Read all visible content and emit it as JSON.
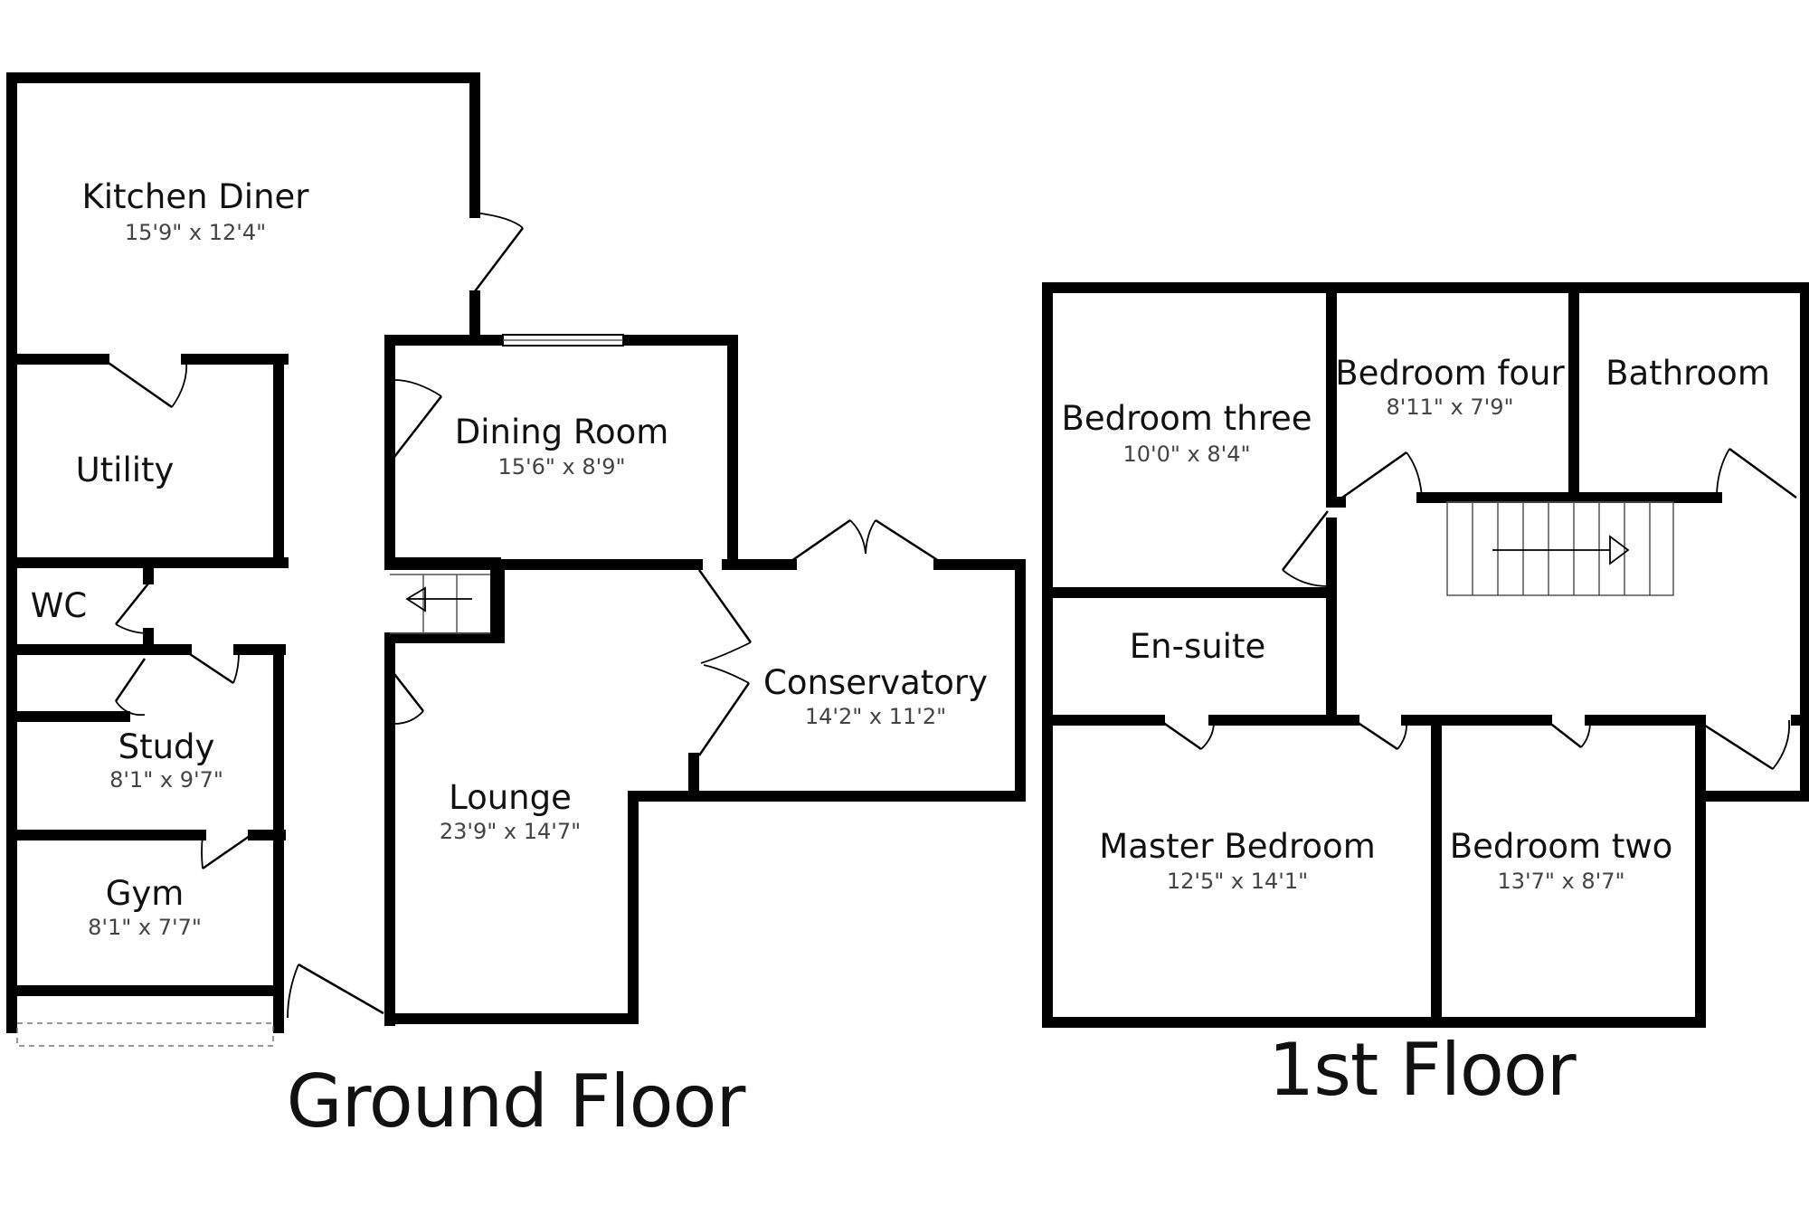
{
  "floors": [
    {
      "title": "Ground Floor",
      "rooms": [
        {
          "name": "Kitchen Diner",
          "dims": "15'9\" x 12'4\""
        },
        {
          "name": "Utility",
          "dims": ""
        },
        {
          "name": "WC",
          "dims": ""
        },
        {
          "name": "Study",
          "dims": "8'1\" x 9'7\""
        },
        {
          "name": "Gym",
          "dims": "8'1\" x 7'7\""
        },
        {
          "name": "Dining Room",
          "dims": "15'6\" x 8'9\""
        },
        {
          "name": "Lounge",
          "dims": "23'9\" x 14'7\""
        },
        {
          "name": "Conservatory",
          "dims": "14'2\" x 11'2\""
        }
      ]
    },
    {
      "title": "1st Floor",
      "rooms": [
        {
          "name": "Bedroom three",
          "dims": "10'0\" x 8'4\""
        },
        {
          "name": "Bedroom four",
          "dims": "8'11\" x 7'9\""
        },
        {
          "name": "Bathroom",
          "dims": ""
        },
        {
          "name": "En-suite",
          "dims": ""
        },
        {
          "name": "Master Bedroom",
          "dims": "12'5\" x 14'1\""
        },
        {
          "name": "Bedroom two",
          "dims": "13'7\" x 8'7\""
        }
      ]
    }
  ]
}
